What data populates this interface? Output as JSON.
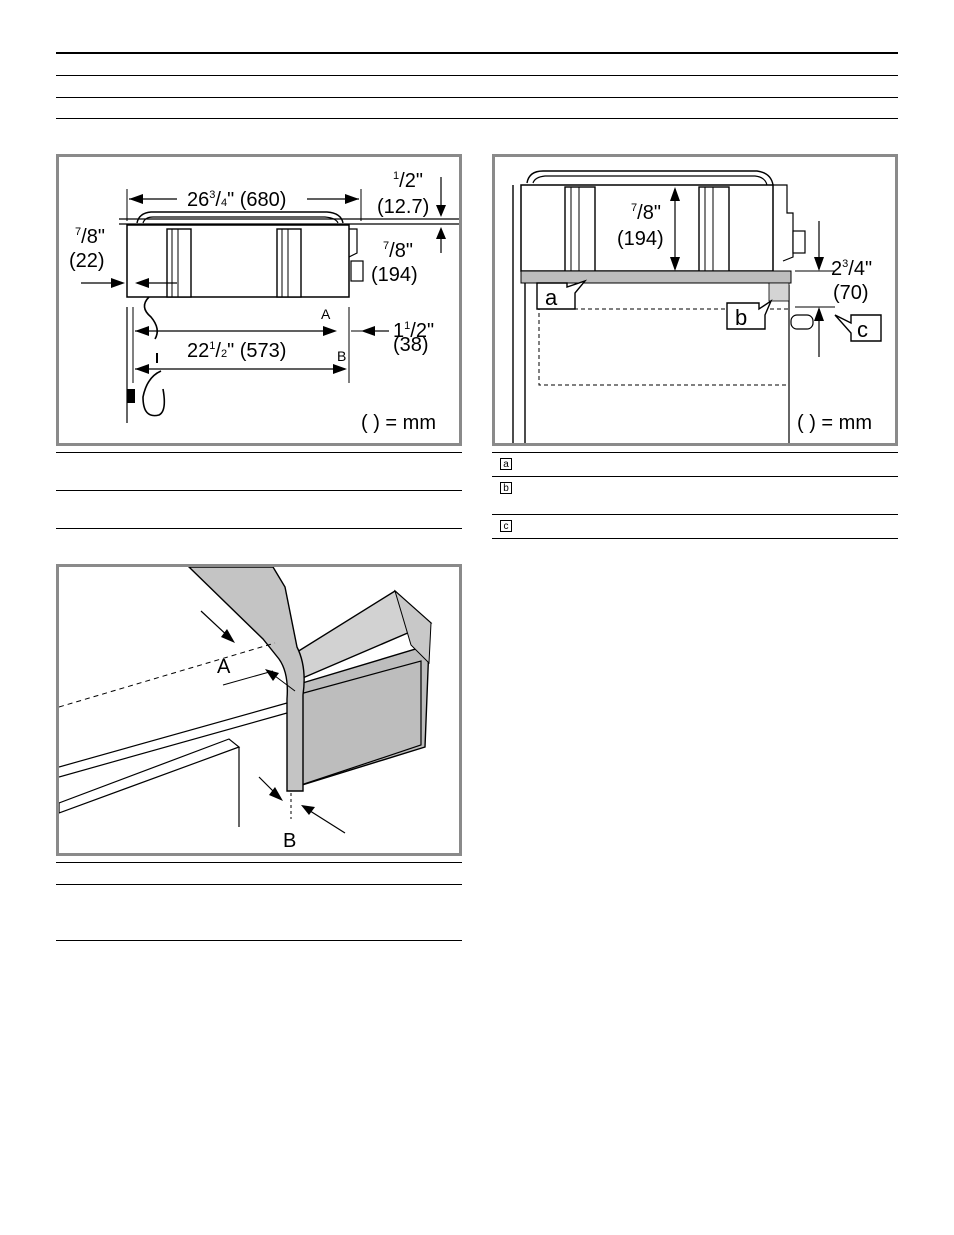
{
  "figure_top_left": {
    "overall_width": "26³/₄\" (680)",
    "overall_width_whole": "26",
    "overall_width_num": "3",
    "overall_width_den": "4",
    "overall_width_mm": "\" (680)",
    "top_gap_num": "1",
    "top_gap_den": "2",
    "top_gap_mm": "(12.7)",
    "left_offset_num": "7",
    "left_offset_den": "8",
    "left_offset_mm": "(22)",
    "height_num": "7",
    "height_den": "8",
    "height_mm": "(194)",
    "inner_width_whole": "22",
    "inner_width_num": "1",
    "inner_width_den": "2",
    "inner_width_mm": "\" (573)",
    "side_gap_whole": "1",
    "side_gap_num": "1",
    "side_gap_den": "2",
    "side_gap_mm": "(38)",
    "label_a": "A",
    "label_b": "B",
    "unit_note": "( ) = mm"
  },
  "figure_top_right": {
    "height_num": "7",
    "height_den": "8",
    "height_mm": "(194)",
    "depth_whole": "2",
    "depth_num": "3",
    "depth_den": "4",
    "depth_mm": "(70)",
    "callout_a": "a",
    "callout_b": "b",
    "callout_c": "c",
    "unit_note": "( ) = mm"
  },
  "figure_bottom_left": {
    "label_a": "A",
    "label_b": "B"
  },
  "legend": {
    "keys": [
      "a",
      "b",
      "c"
    ]
  }
}
